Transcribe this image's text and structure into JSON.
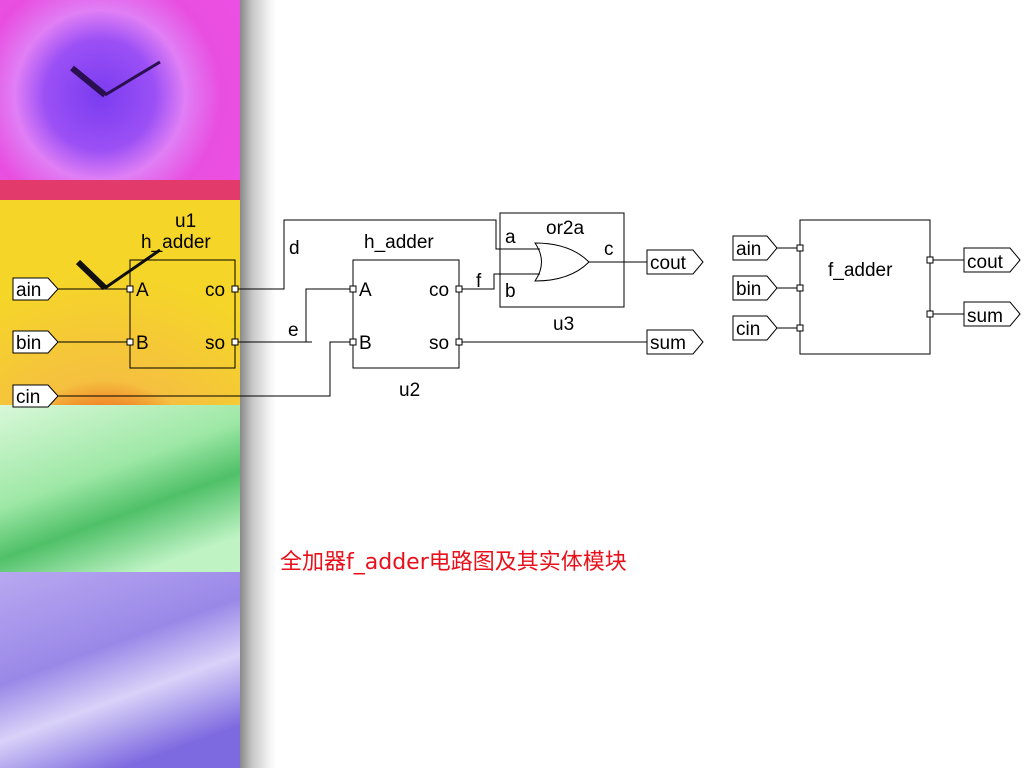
{
  "diagram": {
    "u1": {
      "instance": "u1",
      "type": "h_adder",
      "ports": [
        "A",
        "B",
        "co",
        "so"
      ]
    },
    "u2": {
      "instance": "u2",
      "type": "h_adder",
      "ports": [
        "A",
        "B",
        "co",
        "so"
      ]
    },
    "u3": {
      "instance": "u3",
      "type": "or2a",
      "ports": [
        "a",
        "b",
        "c"
      ]
    },
    "inputs": [
      "ain",
      "bin",
      "cin"
    ],
    "outputs": [
      "cout",
      "sum"
    ],
    "signals": [
      "d",
      "e",
      "f"
    ],
    "entity": {
      "name": "f_adder",
      "inputs": [
        "ain",
        "bin",
        "cin"
      ],
      "outputs": [
        "cout",
        "sum"
      ]
    }
  },
  "caption": "全加器f_adder电路图及其实体模块",
  "colors": {
    "caption": "#e8111b",
    "line": "#000000"
  }
}
